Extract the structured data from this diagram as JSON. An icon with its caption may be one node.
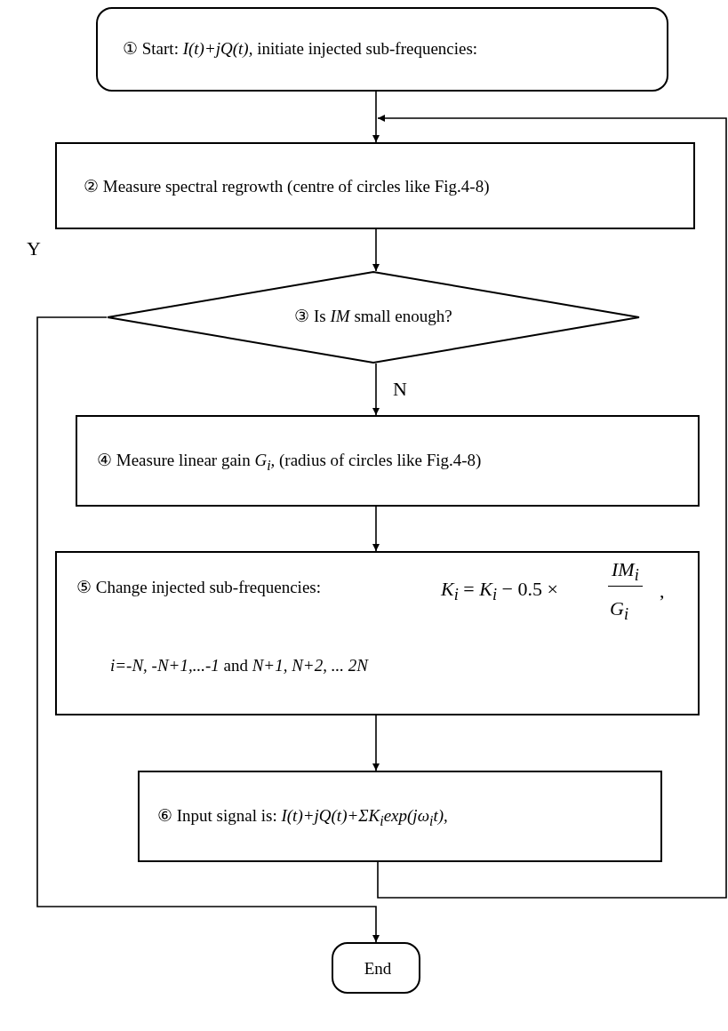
{
  "diagram": {
    "nodes": [
      {
        "text": [
          "① Start: *I(t)+jQ(t),* initiate injected sub-frequencies:"
        ]
      },
      {
        "text": [
          "② Measure spectral regrowth (centre of circles like Fig.4-8)"
        ]
      },
      {
        "text": [
          "③ Is *IM* small enough?"
        ]
      },
      {
        "text": [
          "④ Measure linear gain *G$_{i}$,* (radius of circles like Fig.4-8)"
        ]
      },
      {
        "text": [
          "⑤ Change injected sub-frequencies:",
          "*K$_{i}$* = *K$_{i}$* − 0.5 ×",
          "*IM$_{i}$*",
          "*G$_{i}$*",
          ",",
          "*i=-N, -N+1,...-1* and *N+1, N+2,*    *... 2N*"
        ]
      },
      {
        "text": [
          "⑥ Input signal is: *I(t)+jQ(t)+ΣK$_{i}$exp(jω$_{i}$t),*"
        ]
      },
      {
        "text": [
          "End"
        ]
      }
    ],
    "edges": [
      {
        "from": 0,
        "to": 1,
        "arrow": "to"
      },
      {
        "from": 1,
        "to": 2,
        "arrow": "to"
      },
      {
        "from": 2,
        "to": 3,
        "arrow": "to",
        "label": "N"
      },
      {
        "from": 3,
        "to": 4,
        "arrow": "to"
      },
      {
        "from": 4,
        "to": 5,
        "arrow": "to"
      },
      {
        "from": 5,
        "to": 1,
        "arrow": "to"
      },
      {
        "from": 2,
        "to": 6,
        "arrow": "to",
        "label": "Y"
      }
    ]
  }
}
